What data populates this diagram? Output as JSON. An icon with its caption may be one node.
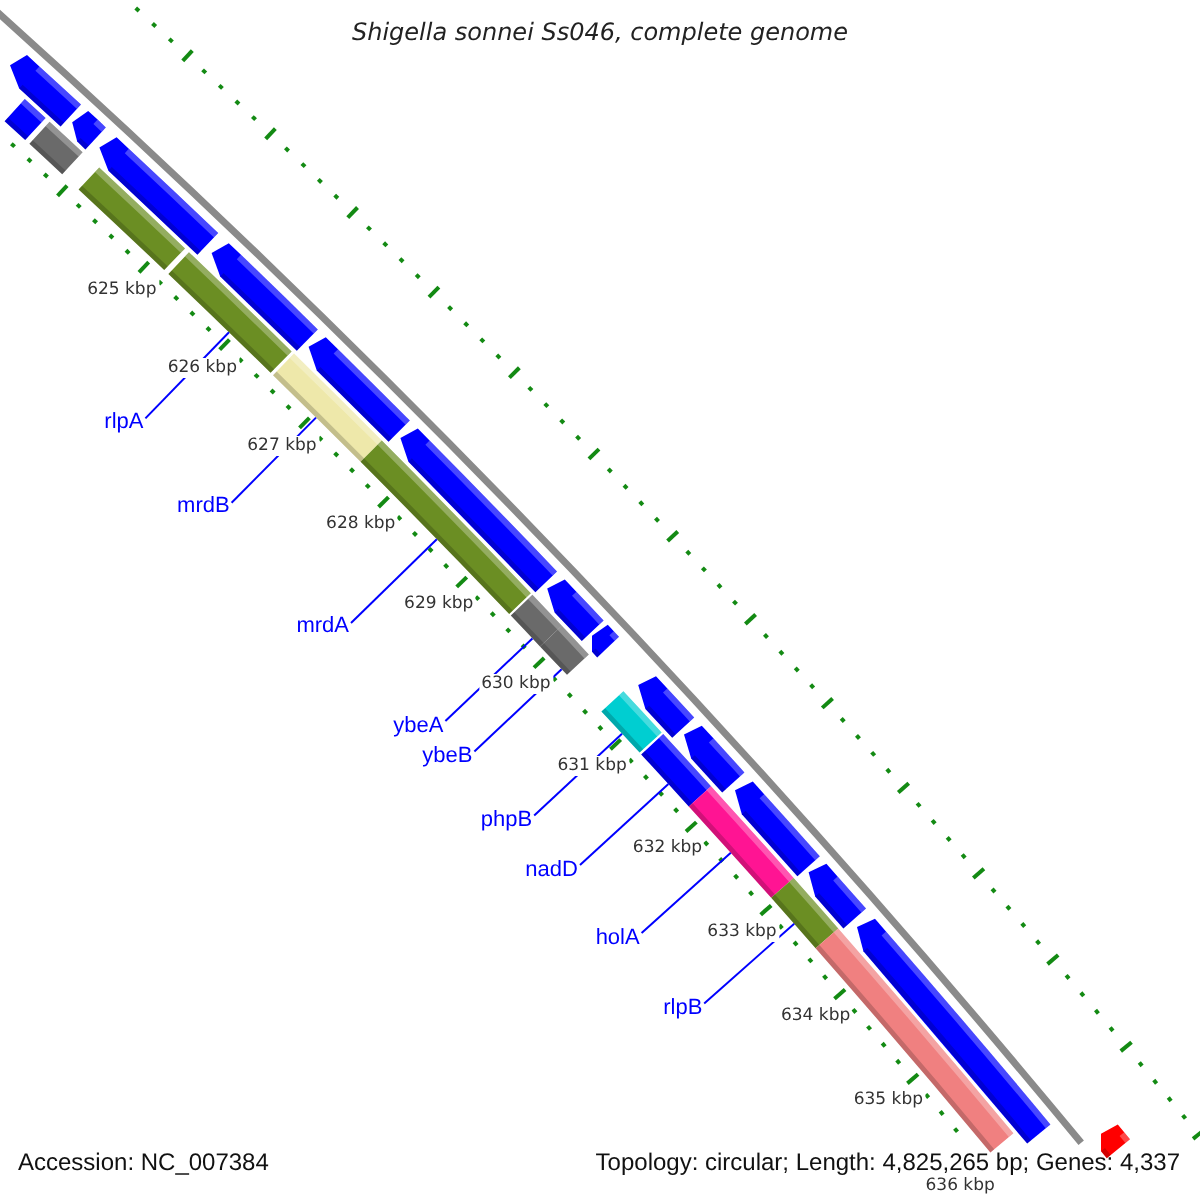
{
  "diagram": {
    "title": "Shigella sonnei Ss046, complete genome",
    "nodes": [
      {
        "text": [
          "rlpA"
        ]
      },
      {
        "text": [
          "mrdB"
        ]
      },
      {
        "text": [
          "mrdA"
        ]
      },
      {
        "text": [
          "ybeA"
        ]
      },
      {
        "text": [
          "ybeB"
        ]
      },
      {
        "text": [
          "phpB"
        ]
      },
      {
        "text": [
          "nadD"
        ]
      },
      {
        "text": [
          "holA"
        ]
      },
      {
        "text": [
          "rlpB"
        ]
      },
      {
        "text": [],
        "shape": "bar"
      },
      {
        "text": [],
        "shape": "arrow"
      },
      {
        "text": [],
        "shape": "bar"
      },
      {
        "text": [],
        "shape": "arrow"
      },
      {
        "text": [],
        "shape": "arrow"
      },
      {
        "text": [],
        "shape": "bar"
      },
      {
        "text": [],
        "shape": "bar"
      },
      {
        "text": [],
        "shape": "arrow"
      },
      {
        "text": [],
        "shape": "bar"
      },
      {
        "text": [],
        "shape": "arrow"
      },
      {
        "text": [],
        "shape": "bar"
      },
      {
        "text": [],
        "shape": "arrow"
      },
      {
        "text": [],
        "shape": "bar"
      },
      {
        "text": [],
        "shape": "arrow"
      },
      {
        "text": [],
        "shape": "bar"
      },
      {
        "text": [],
        "shape": "arrow"
      },
      {
        "text": [],
        "shape": "bar"
      },
      {
        "text": [],
        "shape": "arrow"
      },
      {
        "text": [],
        "shape": "bar"
      },
      {
        "text": [],
        "shape": "arrow"
      },
      {
        "text": [],
        "shape": "bar"
      },
      {
        "text": [],
        "shape": "arrow"
      },
      {
        "text": [],
        "shape": "bar"
      },
      {
        "text": [],
        "shape": "arrow"
      },
      {
        "text": [],
        "shape": "bar"
      },
      {
        "text": [],
        "shape": "arrow"
      },
      {
        "text": [],
        "shape": "arrow"
      }
    ],
    "edges": [
      {
        "from": 0,
        "to": 15,
        "arrow": "none"
      },
      {
        "from": 1,
        "to": 17,
        "arrow": "none"
      },
      {
        "from": 2,
        "to": 19,
        "arrow": "none"
      },
      {
        "from": 3,
        "to": 21,
        "arrow": "none"
      },
      {
        "from": 4,
        "to": 23,
        "arrow": "none"
      },
      {
        "from": 5,
        "to": 25,
        "arrow": "none"
      },
      {
        "from": 6,
        "to": 27,
        "arrow": "none"
      },
      {
        "from": 7,
        "to": 29,
        "arrow": "none"
      },
      {
        "from": 8,
        "to": 31,
        "arrow": "none"
      }
    ],
    "labels": [
      "625 kbp",
      "626 kbp",
      "627 kbp",
      "628 kbp",
      "629 kbp",
      "630 kbp",
      "631 kbp",
      "632 kbp",
      "633 kbp",
      "634 kbp",
      "635 kbp",
      "636 kbp",
      "Accession: NC_007384",
      "Topology: circular; Length: 4,825,265 bp; Genes: 4,337"
    ]
  }
}
